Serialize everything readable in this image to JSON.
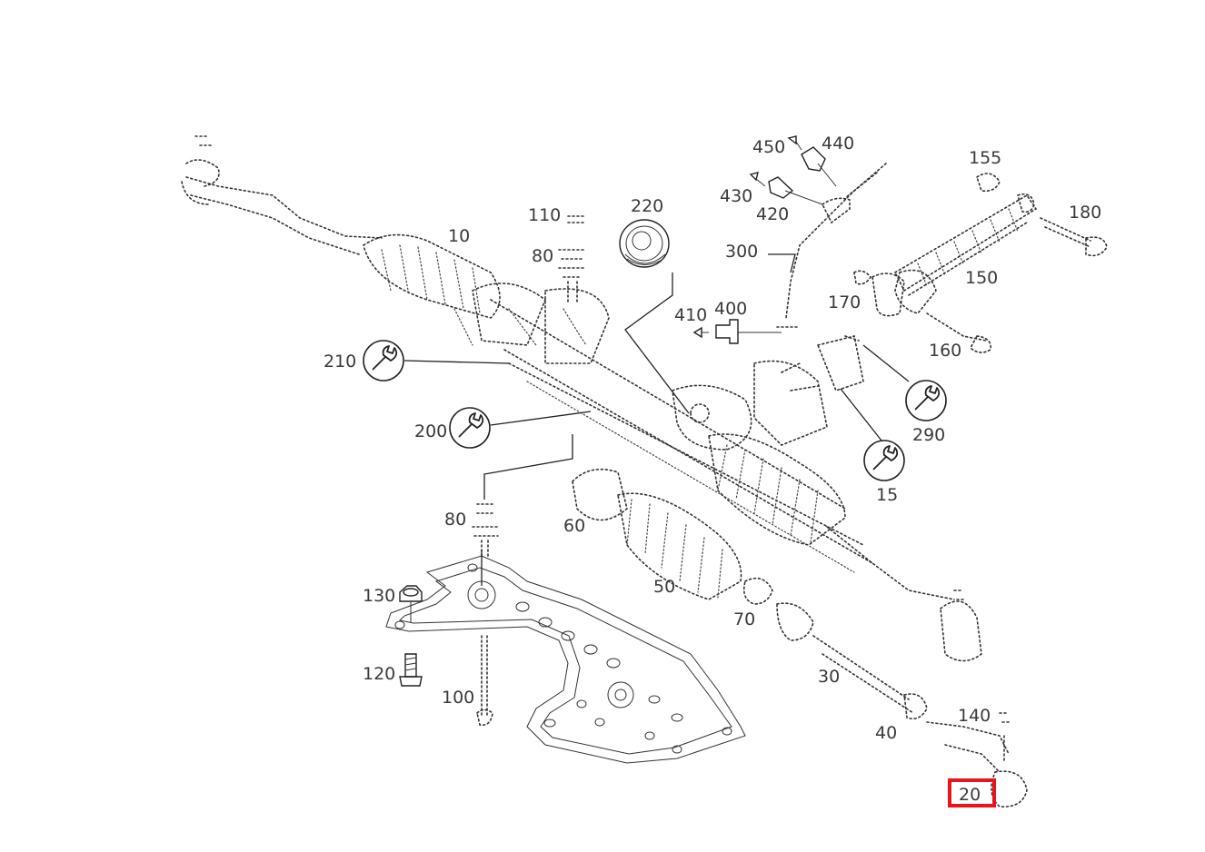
{
  "diagram": {
    "part_labels": {
      "p10": "10",
      "p15": "15",
      "p20": "20",
      "p30": "30",
      "p40": "40",
      "p50": "50",
      "p60": "60",
      "p70": "70",
      "p80a": "80",
      "p80b": "80",
      "p100": "100",
      "p110": "110",
      "p120": "120",
      "p130": "130",
      "p140": "140",
      "p150": "150",
      "p155": "155",
      "p160": "160",
      "p170": "170",
      "p180": "180",
      "p200": "200",
      "p210": "210",
      "p220": "220",
      "p290": "290",
      "p300": "300",
      "p400": "400",
      "p410": "410",
      "p420": "420",
      "p430": "430",
      "p440": "440",
      "p450": "450"
    },
    "highlighted_part": "20",
    "highlight_color": "#e8141e",
    "tool_icons": [
      "wrench-icon",
      "wrench-icon",
      "wrench-icon",
      "wrench-icon"
    ]
  }
}
